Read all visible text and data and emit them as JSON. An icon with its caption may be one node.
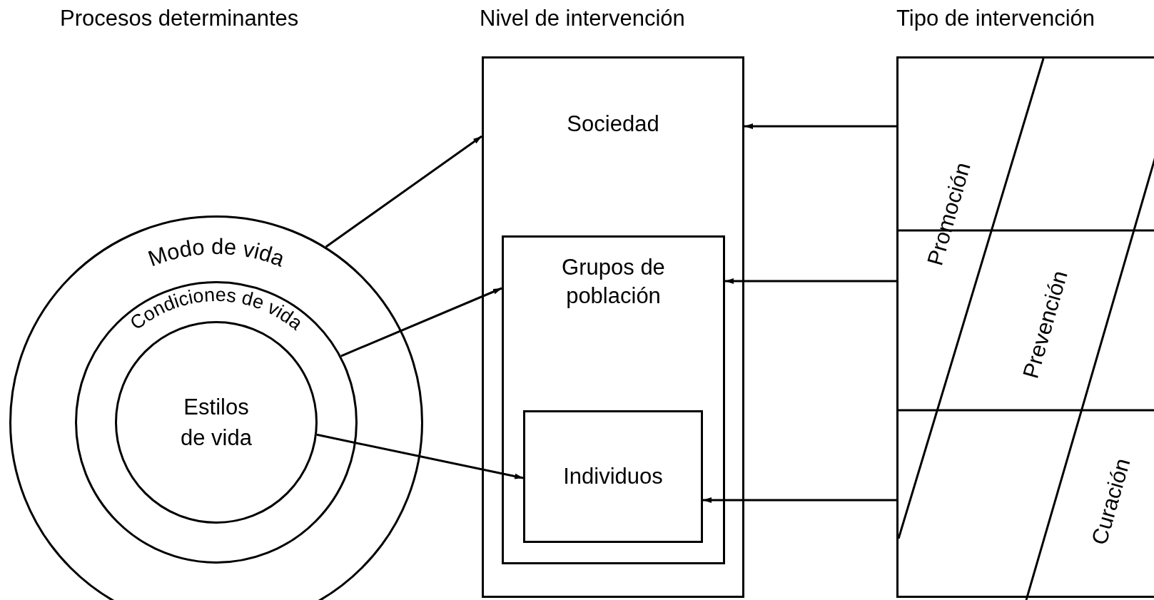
{
  "diagram": {
    "nodes": [
      {
        "text": [
          "Modo de vida"
        ]
      },
      {
        "text": [
          "Condiciones de vida"
        ],
        "in": 0
      },
      {
        "text": [
          "Estilos de vida"
        ],
        "in": 1
      },
      {
        "text": [
          "Sociedad"
        ]
      },
      {
        "text": [
          "Grupos de población"
        ],
        "in": 3
      },
      {
        "text": [
          "Individuos"
        ],
        "in": 4
      },
      {
        "text": [],
        "shape": "box"
      },
      {
        "text": [
          "Promoción"
        ],
        "in": 6
      },
      {
        "text": [
          "Prevención"
        ],
        "in": 6
      },
      {
        "text": [
          "Curación"
        ],
        "in": 6
      }
    ],
    "edges": [
      {
        "from": 0,
        "to": 3,
        "arrow": "to"
      },
      {
        "from": 1,
        "to": 4,
        "arrow": "to"
      },
      {
        "from": 2,
        "to": 5,
        "arrow": "to"
      },
      {
        "from": 6,
        "to": 3,
        "arrow": "to"
      },
      {
        "from": 6,
        "to": 4,
        "arrow": "to"
      },
      {
        "from": 6,
        "to": 5,
        "arrow": "to"
      }
    ],
    "labels": [
      "Procesos determinantes",
      "Nivel de intervención",
      "Tipo de intervención"
    ]
  }
}
